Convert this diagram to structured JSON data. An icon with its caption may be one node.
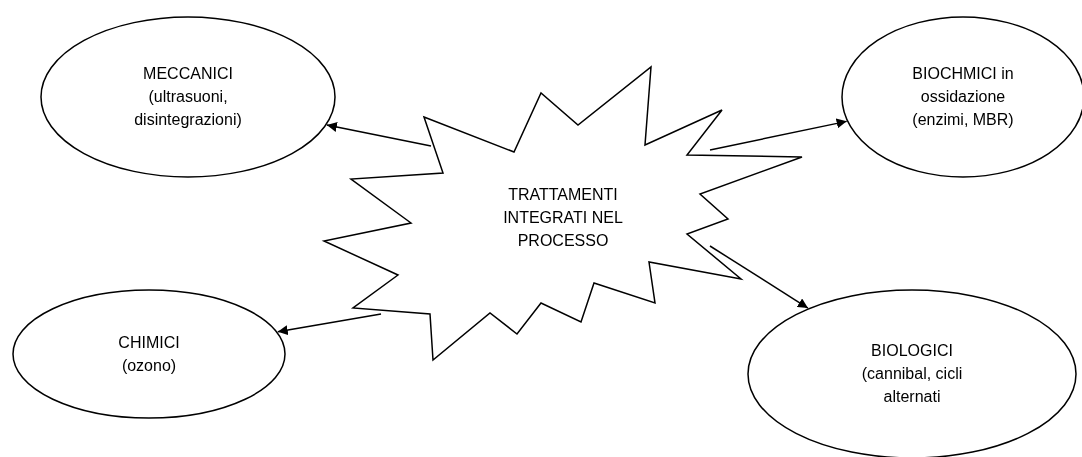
{
  "diagram": {
    "nodes": [
      {
        "text": [
          "MECCANICI (ultrasuoni, disintegrazioni)"
        ]
      },
      {
        "text": [
          "BIOCHMICI in ossidazione (enzimi, MBR)"
        ]
      },
      {
        "text": [
          "TRATTAMENTI INTEGRATI NEL PROCESSO"
        ]
      },
      {
        "text": [
          "CHIMICI (ozono)"
        ]
      },
      {
        "text": [
          "BIOLOGICI (cannibal, cicli alternati"
        ]
      }
    ],
    "edges": [
      {
        "from": 2,
        "to": 0,
        "arrow": "to"
      },
      {
        "from": 2,
        "to": 1,
        "arrow": "to"
      },
      {
        "from": 2,
        "to": 3,
        "arrow": "to"
      },
      {
        "from": 2,
        "to": 4,
        "arrow": "to"
      }
    ]
  }
}
